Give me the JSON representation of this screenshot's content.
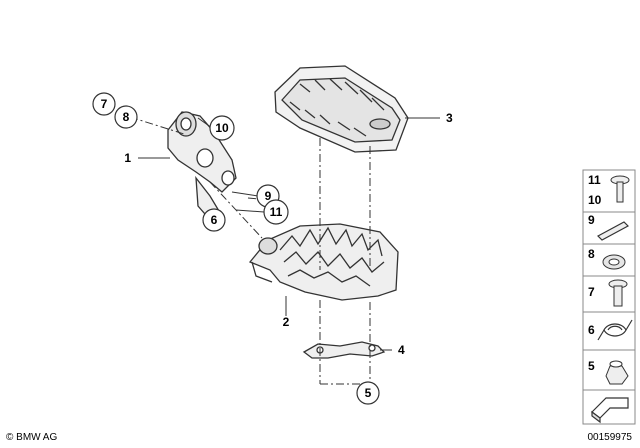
{
  "diagram": {
    "callouts": {
      "c1": "1",
      "c2": "2",
      "c3": "3",
      "c4": "4",
      "c5": "5",
      "c6": "6",
      "c7": "7",
      "c8": "8",
      "c9": "9",
      "c10": "10",
      "c11": "11"
    }
  },
  "legend": {
    "items": [
      {
        "labels": [
          "11",
          "10"
        ],
        "icon": "screw-icon"
      },
      {
        "labels": [
          "9"
        ],
        "icon": "cotter-pin-icon"
      },
      {
        "labels": [
          "8"
        ],
        "icon": "washer-icon"
      },
      {
        "labels": [
          "7"
        ],
        "icon": "pin-icon"
      },
      {
        "labels": [
          "6"
        ],
        "icon": "spring-icon"
      },
      {
        "labels": [
          "5"
        ],
        "icon": "nut-icon"
      },
      {
        "labels": [],
        "icon": "arrow-icon"
      }
    ]
  },
  "footer": {
    "copyright": "© BMW AG",
    "image_number": "00159975"
  }
}
